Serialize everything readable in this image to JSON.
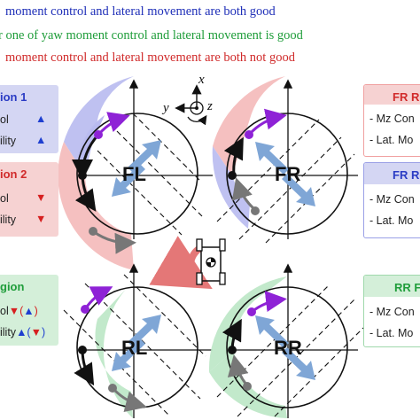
{
  "legend": {
    "lines": [
      {
        "text": "moment control and lateral movement are both good",
        "color": "#1f2fb8"
      },
      {
        "text": "r one of yaw moment control and lateral movement is good",
        "color": "#1f9d3a"
      },
      {
        "text": "moment control and lateral movement are both not good",
        "color": "#d02a2a"
      }
    ]
  },
  "axes": {
    "x": "x",
    "y": "y",
    "z": "z"
  },
  "wheels": {
    "fl": "FL",
    "fr": "FR",
    "rl": "RL",
    "rr": "RR"
  },
  "boxes": {
    "region1": {
      "title": "ion 1",
      "row1": "ol",
      "row2": "ility",
      "mark1": "▲",
      "mark2": "▲",
      "bg": "#d4d6f3",
      "title_color": "#2b3cc4",
      "mark_color": "#1e3fd0"
    },
    "region2": {
      "title": "ion 2",
      "row1": "ol",
      "row2": "ility",
      "mark1": "▼",
      "mark2": "▼",
      "bg": "#f6d2d2",
      "title_color": "#d12b2b",
      "mark_color": "#d62020"
    },
    "region3": {
      "title": "gion",
      "row1": "ol",
      "row2": "ility",
      "mark1a": "▼(",
      "mark1b": "▲",
      "mark1c": ")",
      "mark2a": "▲(",
      "mark2b": "▼",
      "mark2c": ")",
      "bg": "#d4efd9",
      "title_color": "#1f9d3a"
    },
    "fr_region1": {
      "title": "FR Re",
      "row1": "- Mz Con",
      "row2": "- Lat. Mo",
      "title_color": "#d12b2b"
    },
    "fr_region2": {
      "title": "FR Re",
      "row1": "- Mz Con",
      "row2": "- Lat. Mo",
      "title_color": "#2b3cc4"
    },
    "rr_region": {
      "title": "RR F",
      "row1": "- Mz Con",
      "row2": "- Lat. Mo",
      "title_color": "#1f9d3a"
    }
  },
  "colors": {
    "blue": "#1e3fd0",
    "red": "#d62020",
    "green": "#1f9d3a",
    "purple": "#8e22d6",
    "arrow_blue": "#7fa6d6"
  }
}
